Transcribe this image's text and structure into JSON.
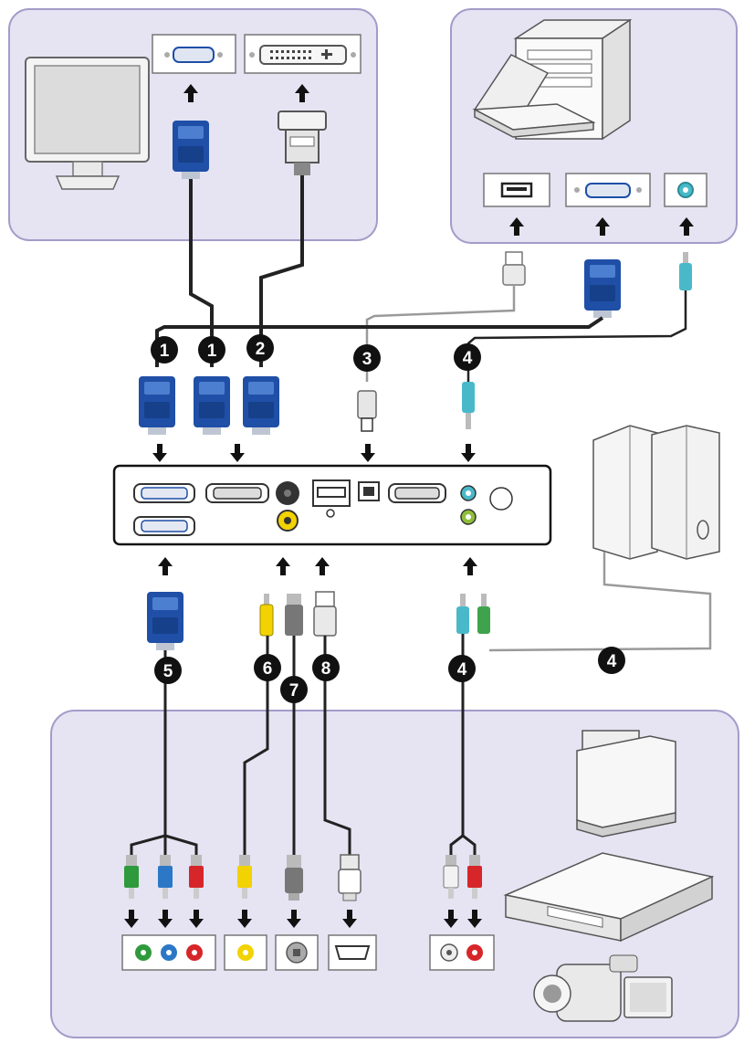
{
  "callouts": [
    {
      "id": "c1a",
      "text": "1"
    },
    {
      "id": "c1b",
      "text": "1"
    },
    {
      "id": "c2",
      "text": "2"
    },
    {
      "id": "c3",
      "text": "3"
    },
    {
      "id": "c4a",
      "text": "4"
    },
    {
      "id": "c4b",
      "text": "4"
    },
    {
      "id": "c4c",
      "text": "4"
    },
    {
      "id": "c5",
      "text": "5"
    },
    {
      "id": "c6",
      "text": "6"
    },
    {
      "id": "c7",
      "text": "7"
    },
    {
      "id": "c8",
      "text": "8"
    }
  ],
  "colors": {
    "panel_fill": "#e6e3f2",
    "panel_stroke": "#a49bc9",
    "vga_blue": "#1f4fa6",
    "vga_blue_light": "#4d7fd0",
    "cable": "#222222",
    "cable_gray": "#9a9a9a",
    "audio_teal": "#49b9c9",
    "audio_green": "#3fa34d",
    "rca_yellow": "#f2d200",
    "rca_red": "#d7262a",
    "rca_green": "#2f9a3c",
    "rca_blue": "#2c78c7",
    "badge": "#111111"
  },
  "icons": {
    "monitor": "monitor-icon",
    "computer": "desktop-computer-icon",
    "laptop": "laptop-icon",
    "speakers": "speakers-icon",
    "game_console": "game-console-icon",
    "dvd_player": "dvd-player-icon",
    "camcorder": "camcorder-icon",
    "projector": "projector-icon"
  }
}
